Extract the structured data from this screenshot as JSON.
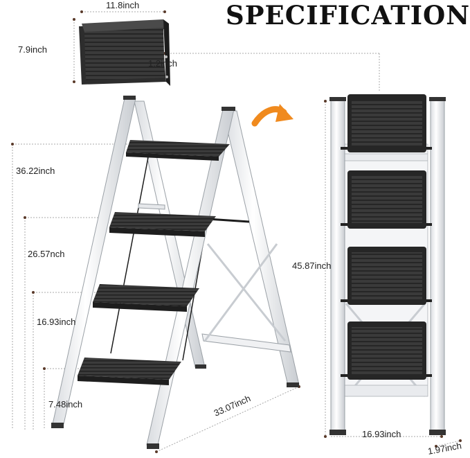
{
  "title": "SPECIFICATION",
  "dimensions": {
    "step_width": "11.8inch",
    "step_depth": "7.9inch",
    "step_thickness": "1.2inch",
    "top_step_height": "36.22inch",
    "third_step_height": "26.57nch",
    "second_step_height": "16.93inch",
    "first_step_height": "7.48inch",
    "open_depth": "33.07inch",
    "folded_height": "45.87inch",
    "folded_width": "16.93inch",
    "folded_thickness": "1.97inch"
  },
  "colors": {
    "frame": "#f2f3f5",
    "frame_edge": "#9aa0a6",
    "step": "#3b3b3b",
    "step_dark": "#1e1e1e",
    "arrow": "#f08a1e",
    "guide": "#a0a0a0",
    "dot": "#5a3a2a"
  },
  "icons": {
    "fold_arrow": "curved-arrow-icon"
  }
}
